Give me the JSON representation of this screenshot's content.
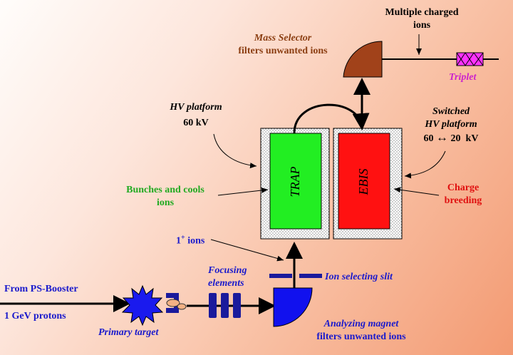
{
  "labels": {
    "multiple_charged_line1": "Multiple charged",
    "multiple_charged_line2": "ions",
    "mass_selector_line1": "Mass Selector",
    "mass_selector_line2": "filters unwanted ions",
    "triplet": "Triplet",
    "hv_platform": "HV platform",
    "hv_voltage": "60 kV",
    "switched_line1": "Switched",
    "switched_line2": "HV platform",
    "switched_left": "60",
    "switched_arrow": "↔",
    "switched_right": "20  kV",
    "bunches_line1": "Bunches and cools",
    "bunches_line2": "ions",
    "charge_line1": "Charge",
    "charge_line2": "breeding",
    "trap": "TRAP",
    "ebis": "EBIS",
    "one_plus_ions_main": "1",
    "one_plus_ions_sup": "+",
    "one_plus_ions_rest": " ions",
    "focusing_line1": "Focusing",
    "focusing_line2": "elements",
    "ion_slit": "Ion selecting slit",
    "from_ps_booster": "From PS-Booster",
    "gev_protons": "1 GeV protons",
    "primary_target": "Primary target",
    "analyzing_line1": "Analyzing magnet",
    "analyzing_line2": "filters unwanted ions"
  },
  "colors": {
    "brown": "#8b3e12",
    "blue_text": "#1a1acc",
    "green_text": "#22aa22",
    "red_text": "#e01010",
    "magenta": "#cc22cc",
    "trap_fill": "#22ee22",
    "ebis_fill": "#ff1111",
    "magnet_fill": "#1111ee",
    "mass_selector_fill": "#a1421a",
    "triplet_fill": "#ff33ff",
    "focus_fill": "#1a1a9c"
  }
}
